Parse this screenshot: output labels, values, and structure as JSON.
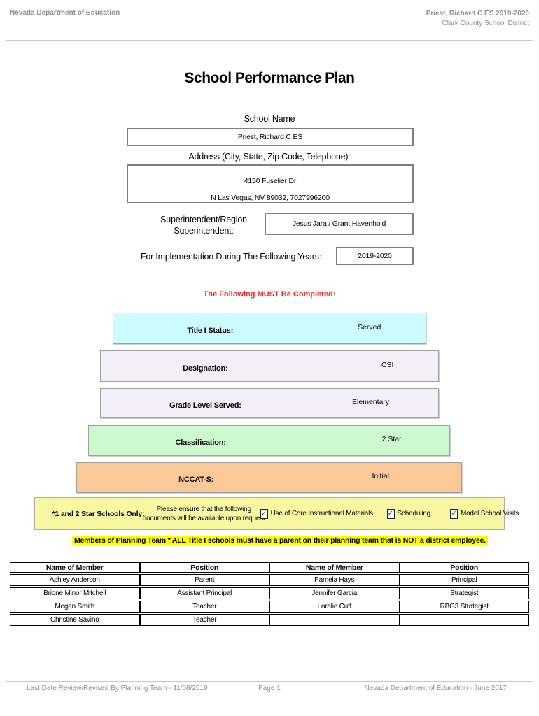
{
  "header": {
    "left": "Nevada Department of Education",
    "right_line1": "Priest, Richard C ES  2019-2020",
    "right_line2": "Clark County School District"
  },
  "title": "School Performance Plan",
  "school": {
    "name_label": "School Name",
    "name_value": "Priest, Richard C ES",
    "address_label": "Address (City, State, Zip Code, Telephone):",
    "address_line1": "4150 Fuselier Dr",
    "address_line2": "N Las Vegas, NV  89032, 7027996200",
    "superintendent_label": "Superintendent/Region Superintendent:",
    "superintendent_value": "Jesus Jara / Grant Havenhold",
    "implementation_label": "For Implementation During The Following Years:",
    "implementation_value": "2019-2020"
  },
  "must_complete_notice": "The Following MUST Be Completed:",
  "colors": {
    "notice_red": "#ff2020",
    "highlight_yellow": "#ffff00",
    "star_row_yellow": "#f8f8a2"
  },
  "status_bars": [
    {
      "label": "Title I Status:",
      "value": "Served",
      "color": "#ccfcff"
    },
    {
      "label": "Designation:",
      "value": "CSI",
      "color": "#f3eff9"
    },
    {
      "label": "Grade Level Served:",
      "value": "Elementary",
      "color": "#f3eff9"
    },
    {
      "label": "Classification:",
      "value": "2 Star",
      "color": "#cdf9cf"
    },
    {
      "label": "NCCAT-S:",
      "value": "Initial",
      "color": "#fbc998"
    }
  ],
  "star_schools_row": {
    "label": "*1 and 2 Star Schools Only:",
    "note_line1": "Please ensure that the following",
    "note_line2": "documents will be available upon request",
    "checkboxes": [
      {
        "label": "Use of Core Instructional Materials",
        "checked": true,
        "glyph": "✓"
      },
      {
        "label": "Scheduling",
        "checked": true,
        "glyph": "✓"
      },
      {
        "label": "Model School Visits",
        "checked": true,
        "glyph": "✓"
      }
    ]
  },
  "planning_team_notice": "Members of Planning Team * ALL Title I schools must have a parent on their planning team that is NOT a district employee.",
  "members_table": {
    "headers": [
      "Name of Member",
      "Position",
      "Name of Member",
      "Position"
    ],
    "rows": [
      [
        "Ashley Anderson",
        "Parent",
        "Pamela Hays",
        "Principal"
      ],
      [
        "Brione Minor Mitchell",
        "Assistant Principal",
        "Jennifer Garcia",
        "Strategist"
      ],
      [
        "Megan Smith",
        "Teacher",
        "Loralie Cuff",
        "RBG3 Strategist"
      ],
      [
        "Christine Savino",
        "Teacher",
        "",
        ""
      ]
    ]
  },
  "footer": {
    "left": "Last Date Review/Revised By Planning Team - 11/08/2019",
    "center": "Page 1",
    "right": "Nevada Department of Education - June 2017"
  }
}
